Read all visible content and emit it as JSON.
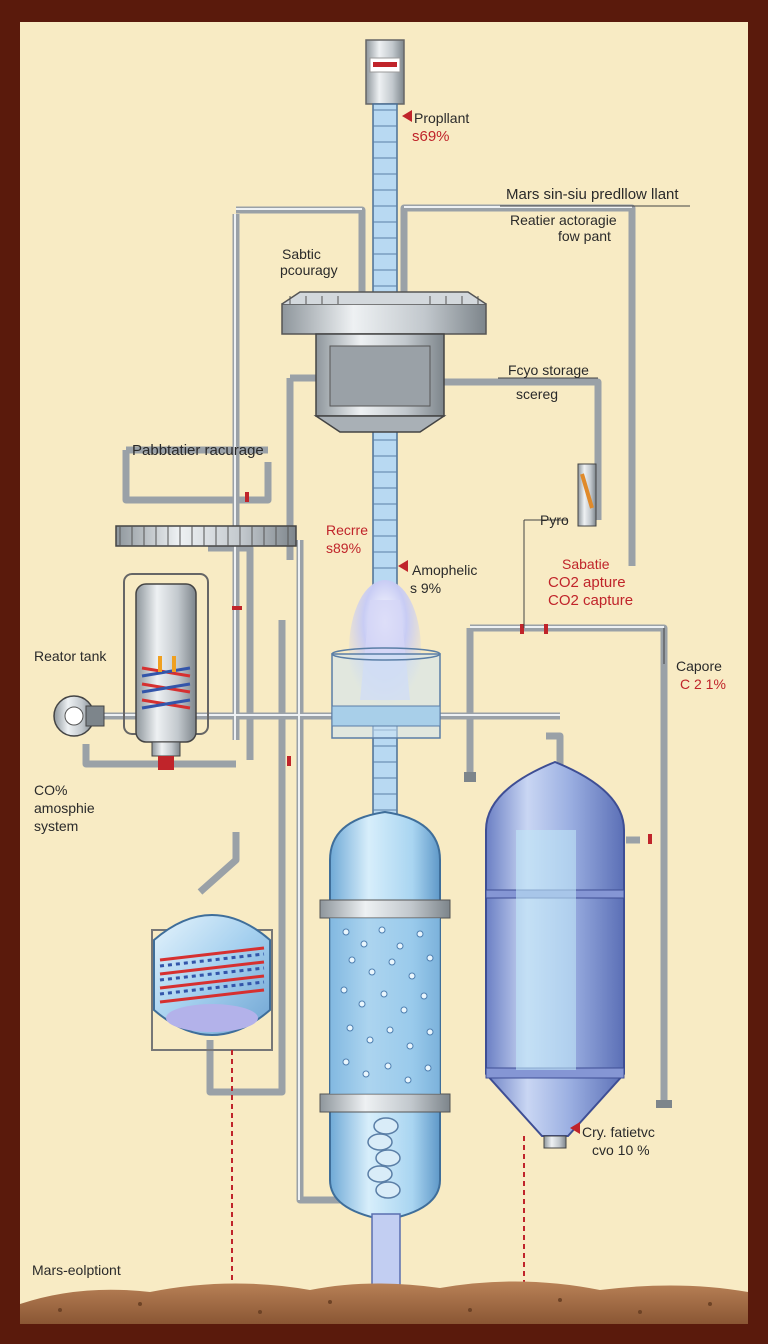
{
  "labels": {
    "propellant": "Propllant",
    "propellant_pct": "s69%",
    "title": "Mars sin-siu predllow llant",
    "subtitle_1": "Reatier actoragie",
    "subtitle_2": "fow pant",
    "sabatic_1": "Sabtic",
    "sabatic_2": "pcouragy",
    "cryo_storage": "Fcyo storage",
    "scereg": "scereg",
    "pabbatier": "Pabbtatier racurage",
    "recrre": "Recrre",
    "recrre_pct": "s89%",
    "pyro": "Pyro",
    "amophelic": "Amophelic",
    "amophelic_pct": "s 9%",
    "sabatie": "Sabatie",
    "co2_capture_1": "CO2 apture",
    "co2_capture_2": "CO2 capture",
    "reactor_tank": "Reator tank",
    "capore": "Capore",
    "capore_pct": "C 2 1%",
    "co_pct": "CO%",
    "atmosphere": "amosphie",
    "system": "system",
    "cry_fatietvc": "Cry. fatietvc",
    "cvo_pct": "cvo 10 %",
    "mars_exploitation": "Mars-eolptiont"
  },
  "colors": {
    "frame": "#5a1a0c",
    "background": "#f8ebc4",
    "label_red": "#c0242a",
    "pipe": "#c6cbd0",
    "glass": "#a8d4f0",
    "soil": "#a9724a"
  },
  "icons": {
    "pointer": "red-triangle-pointer",
    "pump": "pump-icon",
    "nozzle": "nozzle-icon"
  }
}
